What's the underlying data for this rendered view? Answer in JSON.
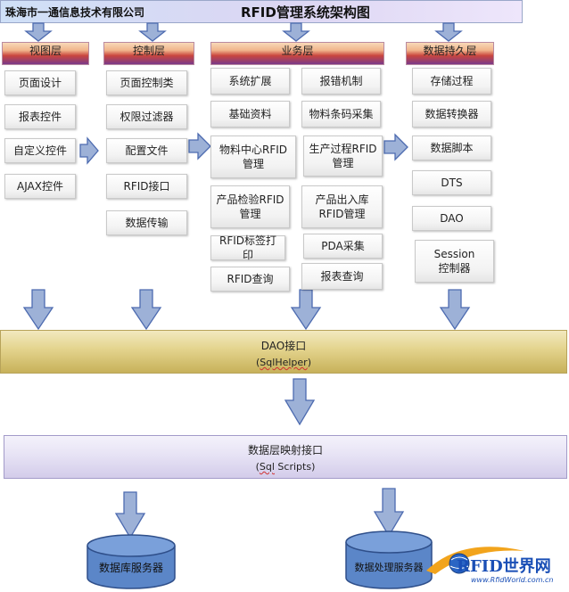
{
  "header": {
    "company": "珠海市一通信息技术有限公司",
    "title": "RFID管理系统架构图"
  },
  "layers": {
    "view": {
      "title": "视图层",
      "items": [
        "页面设计",
        "报表控件",
        "自定义控件",
        "AJAX控件"
      ]
    },
    "control": {
      "title": "控制层",
      "items": [
        "页面控制类",
        "权限过滤器",
        "配置文件",
        "RFID接口",
        "数据传输"
      ]
    },
    "business": {
      "title": "业务层",
      "items": [
        "系统扩展",
        "报错机制",
        "基础资料",
        "物料条码采集",
        "物料中心RFID\n管理",
        "生产过程RFID\n管理",
        "产品检验RFID\n管理",
        "产品出入库\nRFID管理",
        "RFID标签打印",
        "PDA采集",
        "RFID查询",
        "报表查询"
      ]
    },
    "persistence": {
      "title": "数据持久层",
      "items": [
        "存储过程",
        "数据转换器",
        "数据脚本",
        "DTS",
        "DAO",
        "Session\n控制器"
      ]
    }
  },
  "dao_interface": {
    "line1": "DAO接口",
    "line2_prefix": "(",
    "line2_word": "SqlHelper",
    "line2_suffix": ")"
  },
  "mapping_interface": {
    "line1": "数据层映射接口",
    "line2_prefix": "(",
    "line2_word": "Sql",
    "line2_suffix": " Scripts)"
  },
  "databases": {
    "db_server": "数据库服务器",
    "processing_server": "数据处理服务器"
  },
  "logo": {
    "text": "RFID世界网",
    "url": "www.RfidWorld.com.cn"
  },
  "colors": {
    "arrow_fill": "#9db1d7",
    "arrow_stroke": "#4d6bb0",
    "db_fill": "#5b86c8"
  }
}
